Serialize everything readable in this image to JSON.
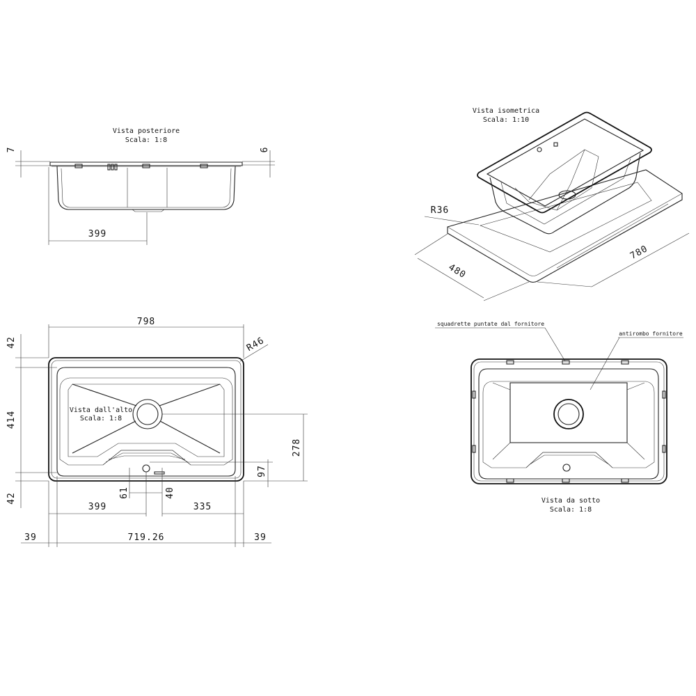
{
  "views": {
    "rear": {
      "title": "Vista posteriore",
      "scale": "Scala:  1:8",
      "dims": {
        "left_height": "7",
        "right_height": "6",
        "width": "399"
      }
    },
    "iso": {
      "title": "Vista isometrica",
      "scale": "Scala:  1:10",
      "dims": {
        "radius": "R36",
        "depth": "480",
        "length": "780"
      }
    },
    "top": {
      "title": "Vista dall'alto",
      "scale": "Scala:  1:8",
      "dims": {
        "overall_width": "798",
        "radius": "R46",
        "rim_top": "42",
        "inner_height": "414",
        "rim_bottom": "42",
        "drain_offset": "278",
        "tap_offset": "97",
        "tap_x": "61",
        "tap_x2": "40",
        "left_span": "399",
        "right_span": "335",
        "margin_left": "39",
        "inner_width": "719.26",
        "margin_right": "39"
      }
    },
    "bottom": {
      "title": "Vista da sotto",
      "scale": "Scala:  1:8",
      "notes": {
        "brackets": "squadrette puntate dal fornitore",
        "antidrum": "antirombo fornitore"
      }
    }
  },
  "colors": {
    "line": "#111111",
    "background": "#ffffff"
  }
}
